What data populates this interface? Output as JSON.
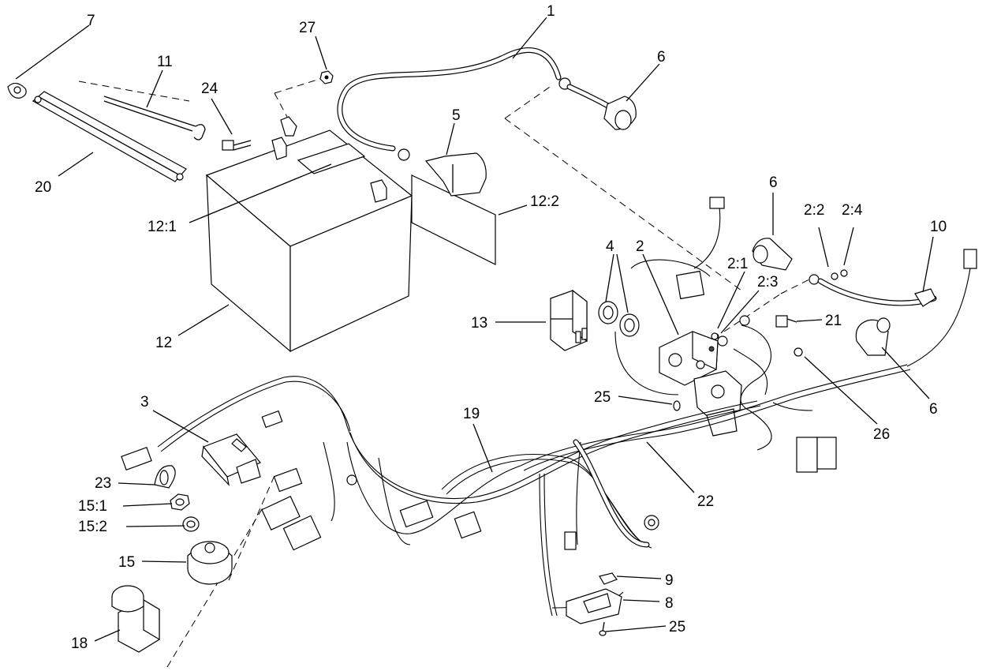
{
  "callouts": [
    {
      "id": "c-1",
      "label": "1"
    },
    {
      "id": "c-2",
      "label": "2"
    },
    {
      "id": "c-2-1",
      "label": "2:1"
    },
    {
      "id": "c-2-2",
      "label": "2:2"
    },
    {
      "id": "c-2-3",
      "label": "2:3"
    },
    {
      "id": "c-2-4",
      "label": "2:4"
    },
    {
      "id": "c-3",
      "label": "3"
    },
    {
      "id": "c-4",
      "label": "4"
    },
    {
      "id": "c-5",
      "label": "5"
    },
    {
      "id": "c-6a",
      "label": "6"
    },
    {
      "id": "c-6b",
      "label": "6"
    },
    {
      "id": "c-6c",
      "label": "6"
    },
    {
      "id": "c-7",
      "label": "7"
    },
    {
      "id": "c-8",
      "label": "8"
    },
    {
      "id": "c-9",
      "label": "9"
    },
    {
      "id": "c-10",
      "label": "10"
    },
    {
      "id": "c-11",
      "label": "11"
    },
    {
      "id": "c-12",
      "label": "12"
    },
    {
      "id": "c-12-1",
      "label": "12:1"
    },
    {
      "id": "c-12-2",
      "label": "12:2"
    },
    {
      "id": "c-13",
      "label": "13"
    },
    {
      "id": "c-15",
      "label": "15"
    },
    {
      "id": "c-15-1",
      "label": "15:1"
    },
    {
      "id": "c-15-2",
      "label": "15:2"
    },
    {
      "id": "c-18",
      "label": "18"
    },
    {
      "id": "c-19",
      "label": "19"
    },
    {
      "id": "c-20",
      "label": "20"
    },
    {
      "id": "c-21",
      "label": "21"
    },
    {
      "id": "c-22",
      "label": "22"
    },
    {
      "id": "c-23",
      "label": "23"
    },
    {
      "id": "c-24",
      "label": "24"
    },
    {
      "id": "c-25a",
      "label": "25"
    },
    {
      "id": "c-25b",
      "label": "25"
    },
    {
      "id": "c-26",
      "label": "26"
    },
    {
      "id": "c-27",
      "label": "27"
    }
  ]
}
